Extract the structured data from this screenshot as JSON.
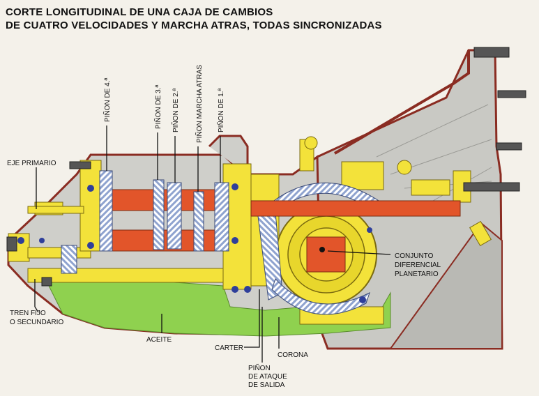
{
  "title": {
    "line1": "CORTE LONGITUDINAL DE UNA CAJA DE CAMBIOS",
    "line2": "DE CUATRO VELOCIDADES Y MARCHA ATRAS, TODAS SINCRONIZADAS"
  },
  "labels": {
    "eje_primario": "EJE PRIMARIO",
    "pinon_4": "PIÑON DE 4.ª",
    "pinon_3": "PIÑON DE 3.ª",
    "pinon_2": "PIÑON DE 2.ª",
    "pinon_marcha_atras": "PIÑON MARCHA ATRAS",
    "pinon_1": "PIÑON DE 1.ª",
    "tren_fijo_1": "TREN FIJO",
    "tren_fijo_2": "O SECUNDARIO",
    "aceite": "ACEITE",
    "carter": "CARTER",
    "pinon_ataque_1": "PIÑON",
    "pinon_ataque_2": "DE ATAQUE",
    "pinon_ataque_3": "DE SALIDA",
    "corona": "CORONA",
    "conjunto_1": "CONJUNTO",
    "conjunto_2": "DIFERENCIAL",
    "conjunto_3": "PLANETARIO"
  },
  "colors": {
    "housing_outline": "#8a2c22",
    "housing_fill": "#c9c9c4",
    "shaft": "#e2552a",
    "yellow_parts": "#f3e23a",
    "oil": "#8fd14f",
    "gear_blue": "#6f86b8",
    "bolt": "#555555"
  }
}
